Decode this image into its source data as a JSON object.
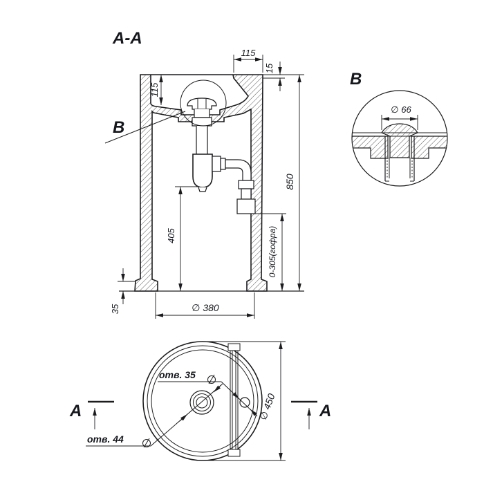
{
  "section": {
    "title": "A-A",
    "detail_callout": "B",
    "dims": {
      "deck_width": "115",
      "rim_thickness": "15",
      "bowl_depth": "115",
      "overall_height": "850",
      "trap_clearance": "405",
      "corrugated_hose": "0-305(гофра)",
      "plinth_height": "35",
      "base_diameter": "∅ 380"
    }
  },
  "detail": {
    "title": "B",
    "dims": {
      "drain_flange_diameter": "∅ 66"
    }
  },
  "plan": {
    "section_marker_left": "A",
    "section_marker_right": "A",
    "dims": {
      "outer_diameter": "∅ 450",
      "faucet_hole": "отв. 35",
      "drain_hole": "отв. 44"
    }
  }
}
